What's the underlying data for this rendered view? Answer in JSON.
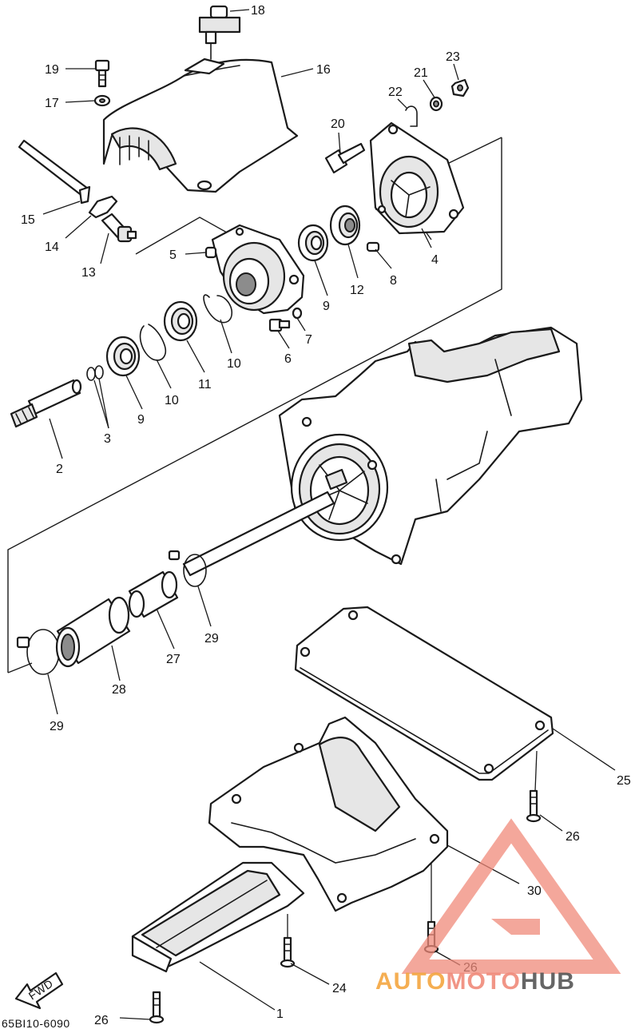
{
  "diagram": {
    "drawing_code": "65BI10-6090",
    "fwd_label": "FWD",
    "callouts": {
      "c1": "1",
      "c2": "2",
      "c3": "3",
      "c4": "4",
      "c5": "5",
      "c6": "6",
      "c7": "7",
      "c8": "8",
      "c9a": "9",
      "c9b": "9",
      "c10a": "10",
      "c10b": "10",
      "c11": "11",
      "c12": "12",
      "c13": "13",
      "c14": "14",
      "c15": "15",
      "c16": "16",
      "c17": "17",
      "c18": "18",
      "c19": "19",
      "c20": "20",
      "c21": "21",
      "c22": "22",
      "c23": "23",
      "c24": "24",
      "c25": "25",
      "c26a": "26",
      "c26b": "26",
      "c26c": "26",
      "c27": "27",
      "c28": "28",
      "c29a": "29",
      "c29b": "29",
      "c30": "30"
    }
  },
  "watermark": {
    "part1": "AUTO",
    "part2": "MOTO",
    "part3": "HUB",
    "color_primary": "#f08a7a",
    "color_accent": "#f4a640",
    "color_dark": "#555555"
  }
}
